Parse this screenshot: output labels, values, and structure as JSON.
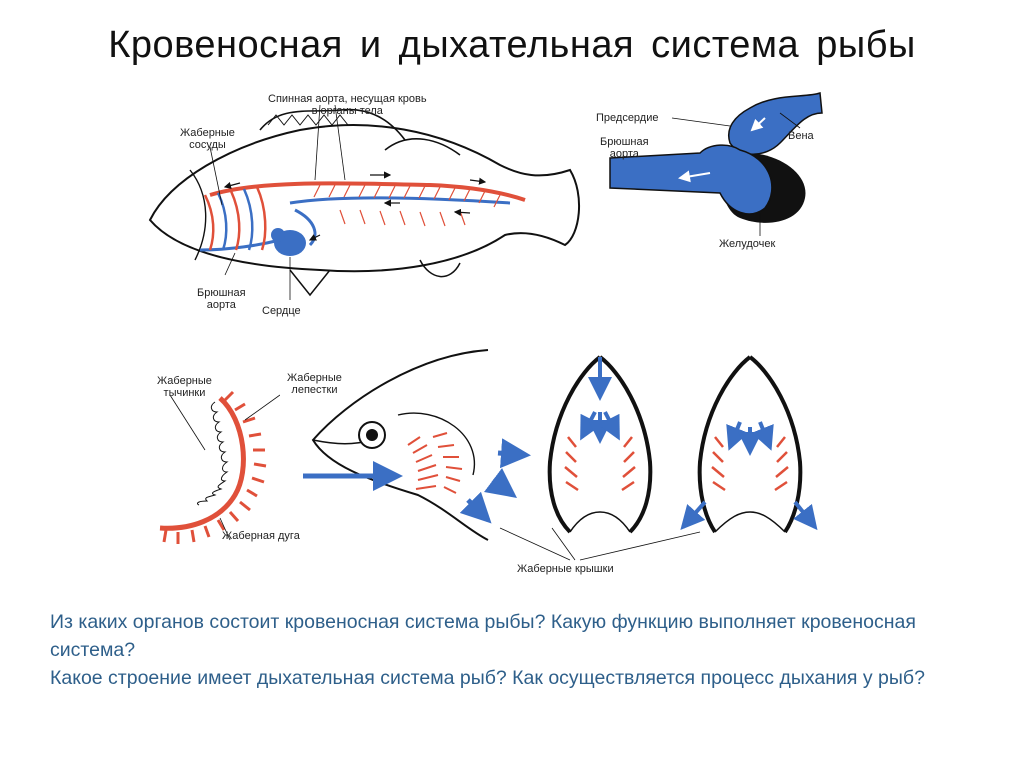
{
  "title": "Кровеносная  и  дыхательная  система  рыбы",
  "colors": {
    "artery": "#e0503a",
    "vein": "#3b6fc4",
    "question_text": "#2e5f8a"
  },
  "fish_circulation": {
    "dorsal_aorta": "Спинная аорта, несущая кровь\nв органы тела",
    "gill_vessels": "Жаберные\nсосуды",
    "ventral_aorta": "Брюшная\nаорта",
    "heart": "Сердце"
  },
  "heart_detail": {
    "atrium": "Предсердие",
    "ventral_aorta": "Брюшная\nаорта",
    "vein": "Вена",
    "ventricle": "Желудочек"
  },
  "gills": {
    "gill_rakers": "Жаберные\nтычинки",
    "gill_filaments": "Жаберные\nлепестки",
    "gill_arch": "Жаберная дуга",
    "gill_covers": "Жаберные крышки"
  },
  "questions": [
    "Из каких органов состоит кровеносная система рыбы? Какую функцию выполняет кровеносная система?",
    "Какое строение имеет дыхательная система рыб? Как осуществляется процесс дыхания у рыб?"
  ]
}
